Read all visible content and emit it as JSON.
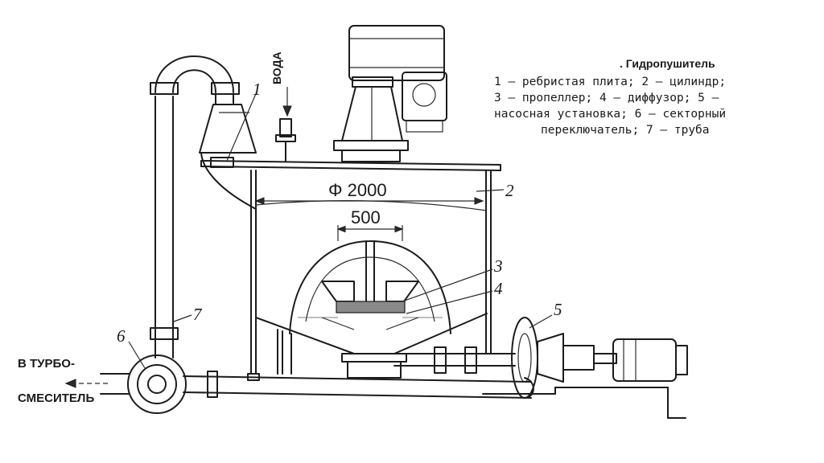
{
  "caption": {
    "title": ". Гидропушитель",
    "lines": [
      "1 — ребристая плита;   2 — цилиндр;",
      "3 — пропеллер;   4 — диффузор;  5 —",
      "насосная установка;  6 — секторный",
      "переключатель;  7 — труба"
    ]
  },
  "labels": {
    "water": "ВОДА",
    "outlet_line1": "В ТУРБО-",
    "outlet_line2": "СМЕСИТЕЛЬ",
    "diameter": "Φ 2000",
    "width": "500"
  },
  "callouts": {
    "c1": "1",
    "c2": "2",
    "c3": "3",
    "c4": "4",
    "c5": "5",
    "c6": "6",
    "c7": "7"
  }
}
